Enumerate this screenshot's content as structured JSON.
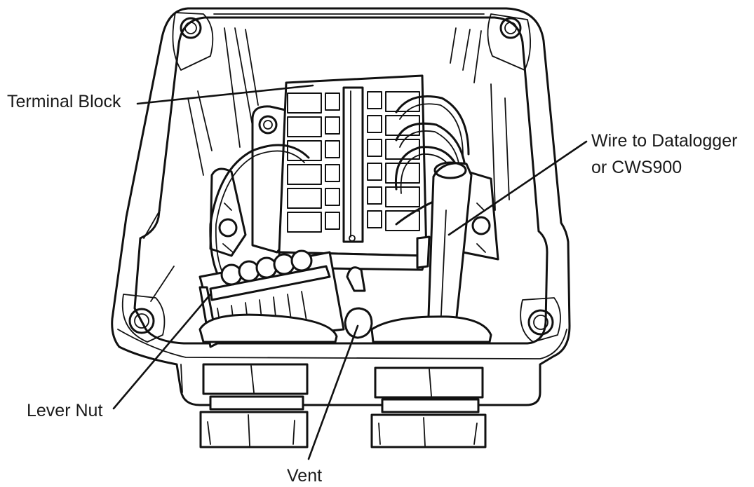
{
  "labels": {
    "terminal_block": "Terminal Block",
    "wire_line1": "Wire to Datalogger",
    "wire_line2": "or CWS900",
    "lever_nut": "Lever Nut",
    "vent": "Vent"
  },
  "colors": {
    "ink": "#111111",
    "background": "#ffffff"
  }
}
